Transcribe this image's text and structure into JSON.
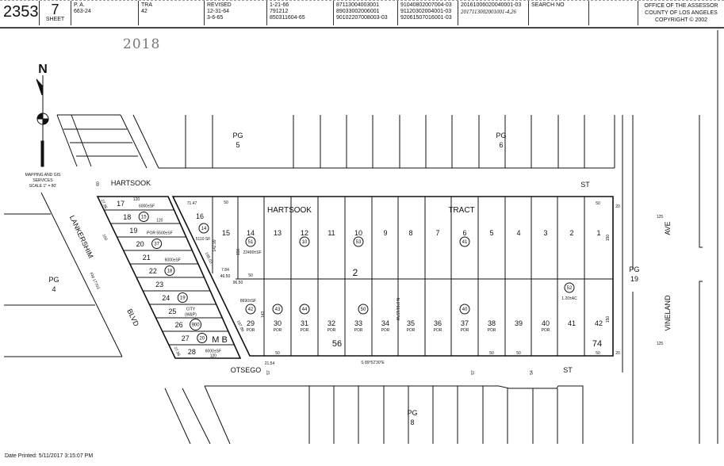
{
  "header": {
    "map_book": "2353",
    "sheet_number": "7",
    "sheet_label": "SHEET",
    "pa_label": "P. A.",
    "pa_value": "663-24",
    "tra_label": "TRA",
    "tra_value": "42",
    "revised_label": "REVISED",
    "revised_dates": [
      "12-31-64",
      "3-6-65"
    ],
    "revision_col1": [
      "1-21-66",
      "791212",
      "850311604-65"
    ],
    "revision_col2": [
      "87113004003001",
      "89033002006001",
      "90102207008003-03"
    ],
    "revision_col3": [
      "91040802007004-03",
      "91120302004001-03",
      "92061507016001-03"
    ],
    "revision_col4": [
      "20161006020040001-03",
      "2017113002001001-4,26"
    ],
    "search_label": "SEARCH NO",
    "search_value": "",
    "office_lines": [
      "OFFICE OF THE ASSESSOR",
      "COUNTY OF LOS ANGELES",
      "COPYRIGHT © 2002"
    ]
  },
  "stamp_year": "2018",
  "north_label": "N",
  "scale_note": [
    "MAPPING AND GIS",
    "SERVICES",
    "SCALE 1\" = 80'"
  ],
  "streets": {
    "hartsook": "HARTSOOK",
    "st_top": "ST",
    "otsego": "OTSEGO",
    "st_bottom": "ST",
    "lankershim": "LANKERSHIM",
    "blvd": "BLVD",
    "vineland": "VINELAND",
    "ave": "AVE",
    "widths": {
      "street_60": "60",
      "lankershim_100": "100",
      "vineland_125": "125",
      "fm": "FM 17703"
    }
  },
  "page_refs": [
    {
      "label": "PG",
      "page": "5"
    },
    {
      "label": "PG",
      "page": "6"
    },
    {
      "label": "PG",
      "page": "4"
    },
    {
      "label": "PG",
      "page": "8"
    },
    {
      "label": "PG",
      "page": "19"
    }
  ],
  "tract": {
    "name_left": "HARTSOOK",
    "name_right": "TRACT",
    "block_top": "2",
    "block_bottom": "56",
    "block_right": "74",
    "mb": "M B"
  },
  "lots_top": [
    "15",
    "14",
    "13",
    "12",
    "11",
    "10",
    "9",
    "8",
    "7",
    "6",
    "5",
    "4",
    "3",
    "2",
    "1"
  ],
  "lots_bottom": [
    "29",
    "30",
    "31",
    "32",
    "33",
    "34",
    "35",
    "36",
    "37",
    "38",
    "39",
    "40",
    "41",
    "42"
  ],
  "por_label": "POR",
  "por_lots": [
    "29",
    "30",
    "31",
    "32",
    "33",
    "34",
    "35",
    "36",
    "37",
    "38",
    "40"
  ],
  "lots_strip": [
    "17",
    "18",
    "19",
    "20",
    "21",
    "22",
    "23",
    "24",
    "25",
    "26",
    "27",
    "28"
  ],
  "lot_16": "16",
  "parcels_top": [
    {
      "lot": "16",
      "parcel": "14"
    },
    {
      "lot": "14",
      "parcel": "51"
    },
    {
      "lot": "12",
      "parcel": "10"
    },
    {
      "lot": "10",
      "parcel": "53"
    },
    {
      "lot": "6",
      "parcel": "41"
    }
  ],
  "parcels_bottom": [
    {
      "lot": "29",
      "parcel": "42"
    },
    {
      "lot": "30",
      "parcel": "43"
    },
    {
      "lot": "31",
      "parcel": "44"
    },
    {
      "lot": "33",
      "parcel": "50"
    },
    {
      "lot": "37",
      "parcel": "40"
    },
    {
      "lot": "41",
      "parcel": "52"
    }
  ],
  "parcels_strip": [
    {
      "lot": "18",
      "parcel": "15"
    },
    {
      "lot": "20",
      "parcel": "37"
    },
    {
      "lot": "22",
      "parcel": "18"
    },
    {
      "lot": "24",
      "parcel": "19"
    },
    {
      "lot": "26",
      "parcel": "900"
    },
    {
      "lot": "27",
      "parcel": "20"
    }
  ],
  "areas": {
    "lot17": "6000±SF",
    "lot19": "POR 5500±SF",
    "lot21": "6000±SF",
    "lot28": "6000±SF",
    "lot16": "5110 SF",
    "p51": "22490±SF",
    "p42": "8690±SF",
    "p52": "1.20±AC",
    "city": "CITY",
    "wp": "(W&P)"
  },
  "dimensions": {
    "d50": "50",
    "d120": "120",
    "d150": "150",
    "d143": "143",
    "d20": "20",
    "d71_47": "71.47",
    "d142_99": "142.99",
    "d165_03": "165.03",
    "d7_84": "7.84",
    "d46_50": "46.50",
    "d96_50": "96.50",
    "d167_86": "167.86",
    "d21_54": "21.54",
    "d27_96": "27.96",
    "d57": "57",
    "d54": "54",
    "bearing_bottom": "S 89°52'30\"E",
    "bearing_mid": "N 0°01'15\"W"
  },
  "footer": {
    "date_printed": "Date Printed: 5/11/2017 3:15:07 PM"
  }
}
